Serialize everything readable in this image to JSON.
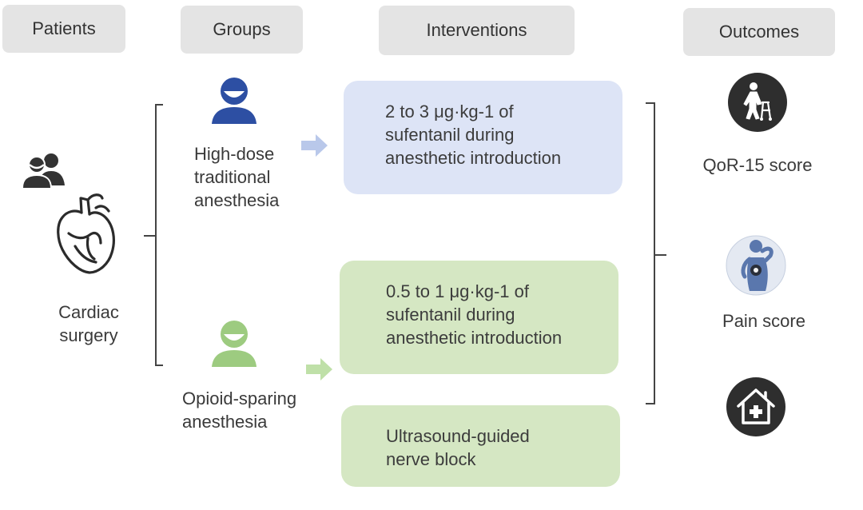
{
  "headers": {
    "patients": "Patients",
    "groups": "Groups",
    "interventions": "Interventions",
    "outcomes": "Outcomes"
  },
  "patients": {
    "label_line1": "Cardiac",
    "label_line2": "surgery",
    "icons": [
      "people-icon",
      "heart-icon"
    ]
  },
  "groups": {
    "high_dose": {
      "line1": "High-dose",
      "line2": "traditional",
      "line3": "anesthesia",
      "icon": "person-icon",
      "color": "#2d4fa3"
    },
    "opioid_sparing": {
      "line1": "Opioid-sparing",
      "line2": "anesthesia",
      "icon": "person-icon",
      "color": "#9dcb80"
    }
  },
  "interventions": {
    "high_dose": {
      "line1": "2 to 3 μg·kg-1 of",
      "line2": "sufentanil during",
      "line3": "anesthetic introduction",
      "color": "#dde4f6"
    },
    "opioid_sparing": {
      "line1": "0.5 to 1 μg·kg-1 of",
      "line2": "sufentanil during",
      "line3": "anesthetic introduction",
      "color": "#d5e7c3"
    },
    "nerve_block": {
      "line1": "Ultrasound-guided",
      "line2": "nerve block",
      "color": "#d5e7c3"
    }
  },
  "outcomes": {
    "qor15": {
      "label": "QoR-15 score",
      "icon": "elderly-walker-icon"
    },
    "pain": {
      "label": "Pain score",
      "icon": "back-pain-icon"
    },
    "home": {
      "icon": "home-medical-icon"
    }
  }
}
